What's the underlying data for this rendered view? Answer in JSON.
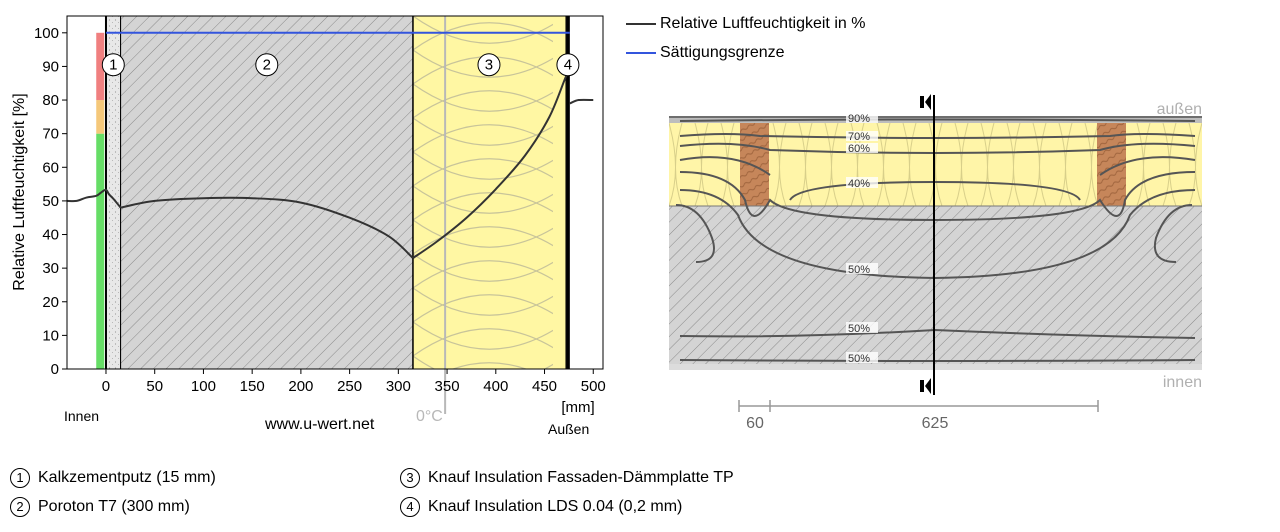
{
  "chart_data": [
    {
      "type": "line",
      "ylabel": "Relative Luftfeuchtigkeit [%]",
      "xlabel": "[mm]",
      "ylim": [
        0,
        105
      ],
      "xlim": [
        -40,
        510
      ],
      "xticks": [
        0,
        50,
        100,
        150,
        200,
        250,
        300,
        350,
        400,
        450,
        500
      ],
      "yticks": [
        0,
        10,
        20,
        30,
        40,
        50,
        60,
        70,
        80,
        90,
        100
      ],
      "grid": false,
      "legend_position": "right",
      "left_label": "Innen",
      "right_label": "Außen",
      "watermark": "www.u-wert.net",
      "zero_degree_x": 348,
      "zero_degree_label": "0°C",
      "layers": [
        {
          "id": "1",
          "x_start": 0,
          "x_end": 15
        },
        {
          "id": "2",
          "x_start": 15,
          "x_end": 315
        },
        {
          "id": "3",
          "x_start": 315,
          "x_end": 472
        },
        {
          "id": "4",
          "x_start": 472,
          "x_end": 476
        }
      ],
      "comfort_bar": [
        {
          "from": 0,
          "to": 70,
          "color": "#66dd66"
        },
        {
          "from": 70,
          "to": 80,
          "color": "#f5c87a"
        },
        {
          "from": 80,
          "to": 100,
          "color": "#f08080"
        }
      ],
      "series": [
        {
          "name": "Relative Luftfeuchtigkeit in %",
          "color": "#333333",
          "segments": [
            [
              [
                -40,
                50
              ],
              [
                -30,
                50
              ],
              [
                -20,
                51
              ],
              [
                -10,
                51.5
              ],
              [
                -5,
                52.5
              ],
              [
                0,
                53.3
              ],
              [
                3,
                52
              ],
              [
                8,
                50.5
              ],
              [
                15,
                48
              ]
            ],
            [
              [
                15,
                48
              ],
              [
                50,
                50
              ],
              [
                100,
                50.8
              ],
              [
                150,
                50.8
              ],
              [
                200,
                49.5
              ],
              [
                250,
                45
              ],
              [
                290,
                39.5
              ],
              [
                315,
                33
              ]
            ],
            [
              [
                315,
                33
              ],
              [
                340,
                38
              ],
              [
                370,
                45
              ],
              [
                400,
                53.5
              ],
              [
                430,
                63.5
              ],
              [
                455,
                75
              ],
              [
                472,
                87
              ],
              [
                476,
                88.5
              ]
            ],
            [
              [
                476,
                79
              ],
              [
                485,
                80
              ],
              [
                500,
                80
              ]
            ]
          ]
        },
        {
          "name": "Sättigungsgrenze",
          "color": "#3355dd",
          "segments": [
            [
              [
                0,
                100
              ],
              [
                476,
                100
              ]
            ]
          ]
        }
      ]
    }
  ],
  "legend": [
    {
      "label": "Relative Luftfeuchtigkeit in %",
      "color": "#333333"
    },
    {
      "label": "Sättigungsgrenze",
      "color": "#3355dd"
    }
  ],
  "layer_legend": [
    {
      "num": "1",
      "label": "Kalkzementputz (15 mm)"
    },
    {
      "num": "2",
      "label": "Poroton T7 (300 mm)"
    },
    {
      "num": "3",
      "label": "Knauf Insulation Fassaden-Dämmplatte TP"
    },
    {
      "num": "4",
      "label": "Knauf Insulation LDS 0.04 (0,2 mm)"
    }
  ],
  "section": {
    "outside_label": "außen",
    "inside_label": "innen",
    "isolines": [
      "90%",
      "70%",
      "60%",
      "40%",
      "50%",
      "50%",
      "50%"
    ],
    "dim_left": "60",
    "dim_main": "625"
  }
}
